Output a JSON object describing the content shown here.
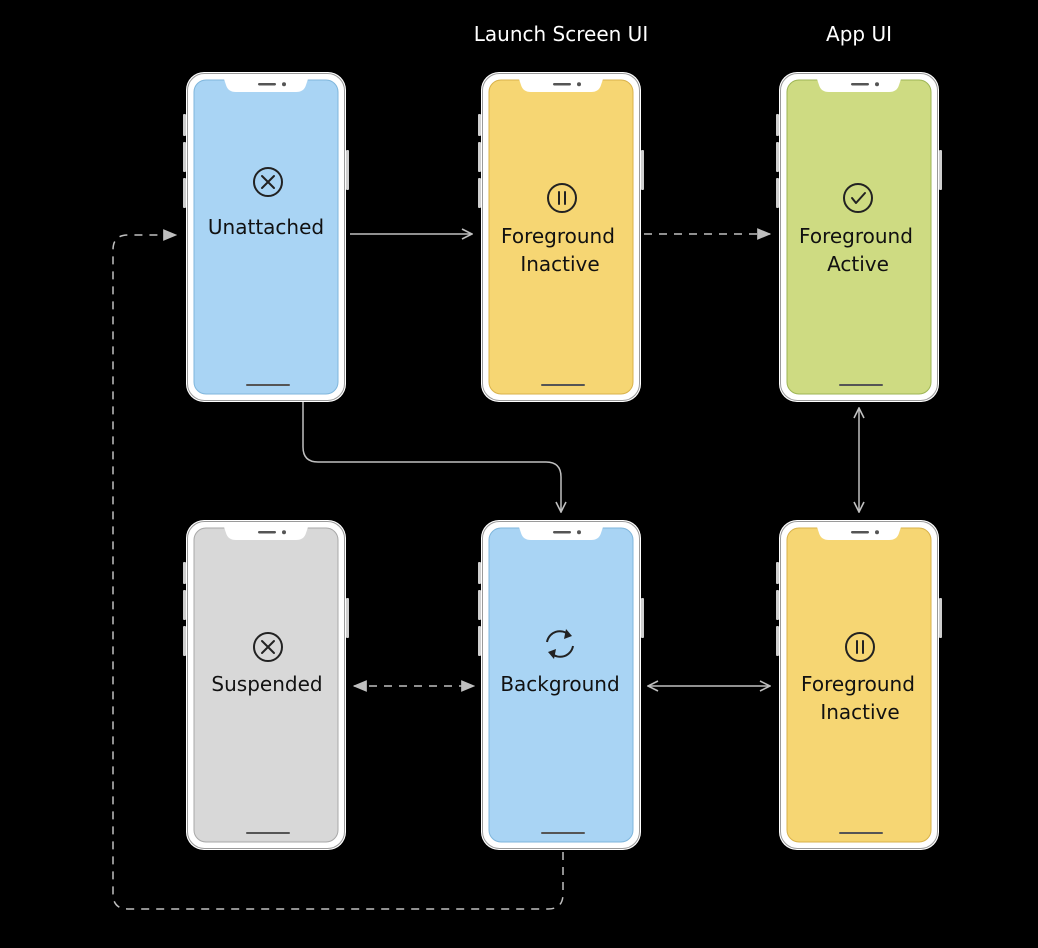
{
  "headers": {
    "launch_screen": "Launch Screen UI",
    "app_ui": "App UI"
  },
  "colors": {
    "background": "#000000",
    "phone_frame": "#ffffff",
    "blue": "#a9d4f4",
    "yellow": "#f6d673",
    "green": "#cedb82",
    "gray": "#d8d8d8",
    "arrow": "#bfbfbf"
  },
  "states": {
    "unattached": {
      "line1": "Unattached",
      "line2": "",
      "icon": "x-circle-icon"
    },
    "fg_inactive_top": {
      "line1": "Foreground",
      "line2": "Inactive",
      "icon": "pause-circle-icon"
    },
    "fg_active": {
      "line1": "Foreground",
      "line2": "Active",
      "icon": "check-circle-icon"
    },
    "suspended": {
      "line1": "Suspended",
      "line2": "",
      "icon": "x-circle-icon"
    },
    "background": {
      "line1": "Background",
      "line2": "",
      "icon": "refresh-arrows-icon"
    },
    "fg_inactive_bottom": {
      "line1": "Foreground",
      "line2": "Inactive",
      "icon": "pause-circle-icon"
    }
  }
}
